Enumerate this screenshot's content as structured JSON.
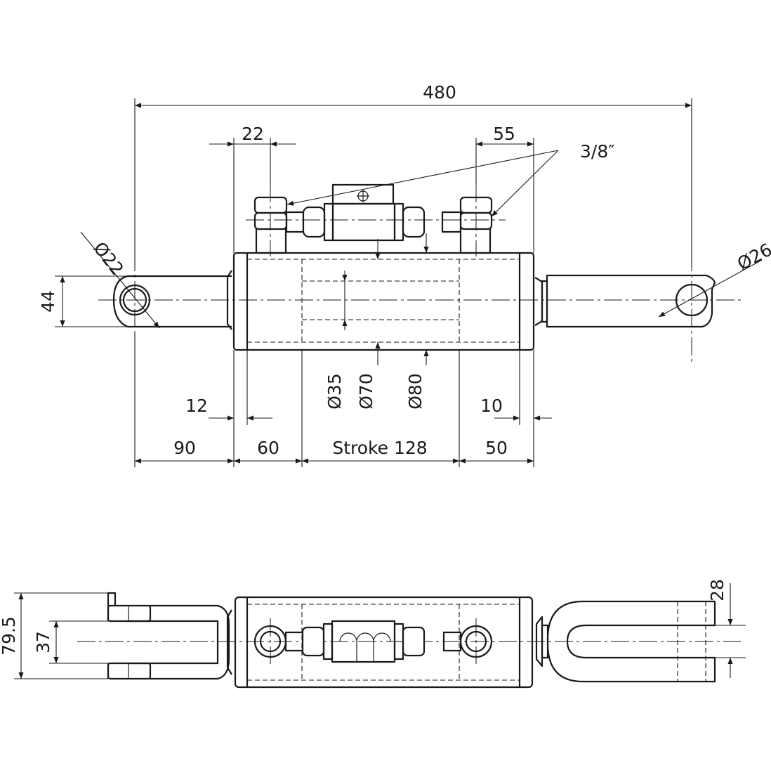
{
  "dimensions": {
    "overall_length": "480",
    "port_offset_left": "22",
    "port_offset_right": "55",
    "port_thread": "3/8″",
    "pin_left": "Ø22",
    "pin_right": "Ø26",
    "eye_height": "44",
    "rod_dia": "Ø35",
    "bore_dia": "Ø70",
    "body_dia": "Ø80",
    "end_cap_left": "12",
    "end_cap_right": "10",
    "seg_rod_end": "90",
    "seg_head": "60",
    "stroke": "Stroke 128",
    "seg_tail": "50",
    "clevis_outer": "79.5",
    "clevis_gap": "37",
    "fork_width": "28"
  }
}
